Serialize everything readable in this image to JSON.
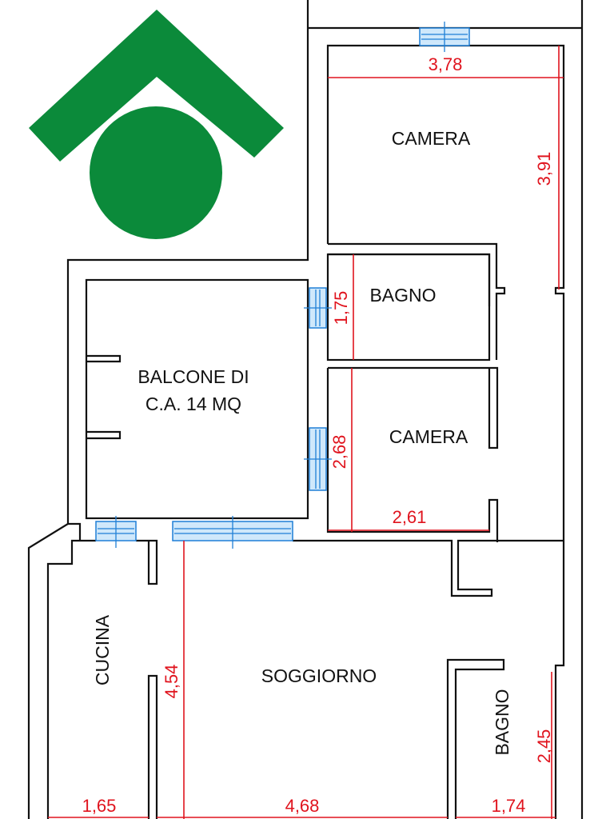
{
  "colors": {
    "logo": "#0b8a3a",
    "walls": "#111111",
    "dimensions": "#e0141e",
    "windows": "#1f7fd6"
  },
  "rooms": {
    "camera_top": "CAMERA",
    "bagno_top": "BAGNO",
    "balcone_line1": "BALCONE DI",
    "balcone_line2": "C.A. 14 MQ",
    "camera_mid": "CAMERA",
    "cucina": "CUCINA",
    "soggiorno": "SOGGIORNO",
    "bagno_bottom": "BAGNO"
  },
  "dimensions": {
    "camera_top_width": "3,78",
    "camera_top_depth": "3,91",
    "bagno_top_depth": "1,75",
    "camera_mid_depth": "2,68",
    "camera_mid_width": "2,61",
    "soggiorno_depth": "4,54",
    "cucina_width": "1,65",
    "soggiorno_width": "4,68",
    "bagno_bottom_width": "1,74",
    "bagno_bottom_depth": "2,45"
  }
}
